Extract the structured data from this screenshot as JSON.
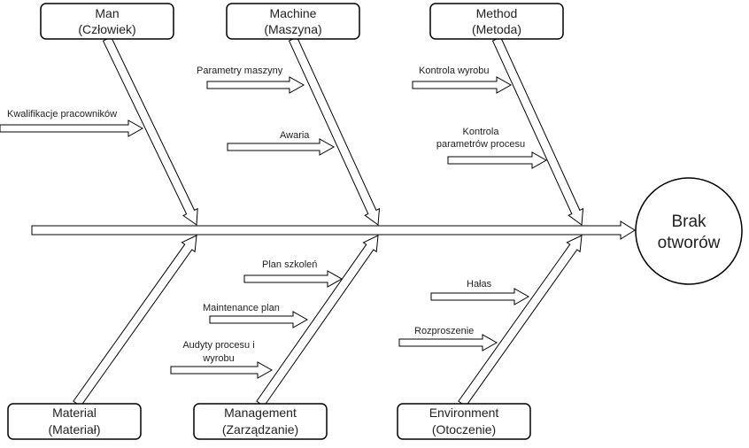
{
  "effect": {
    "line1": "Brak",
    "line2": "otworów"
  },
  "categories": {
    "man": {
      "line1": "Man",
      "line2": "(Człowiek)"
    },
    "machine": {
      "line1": "Machine",
      "line2": "(Maszyna)"
    },
    "method": {
      "line1": "Method",
      "line2": "(Metoda)"
    },
    "material": {
      "line1": "Material",
      "line2": "(Materiał)"
    },
    "management": {
      "line1": "Management",
      "line2": "(Zarządzanie)"
    },
    "environment": {
      "line1": "Environment",
      "line2": "(Otoczenie)"
    }
  },
  "causes": {
    "man_1": {
      "line1": "Kwalifikacje pracowników"
    },
    "machine_1": {
      "line1": "Parametry maszyny"
    },
    "machine_2": {
      "line1": "Awaria"
    },
    "method_1": {
      "line1": "Kontrola wyrobu"
    },
    "method_2": {
      "line1": "Kontrola",
      "line2": "parametrów procesu"
    },
    "management_1": {
      "line1": "Plan szkoleń"
    },
    "management_2": {
      "line1": "Maintenance plan"
    },
    "management_3": {
      "line1": "Audyty procesu i",
      "line2": "wyrobu"
    },
    "environment_1": {
      "line1": "Hałas"
    },
    "environment_2": {
      "line1": "Rozproszenie"
    }
  }
}
